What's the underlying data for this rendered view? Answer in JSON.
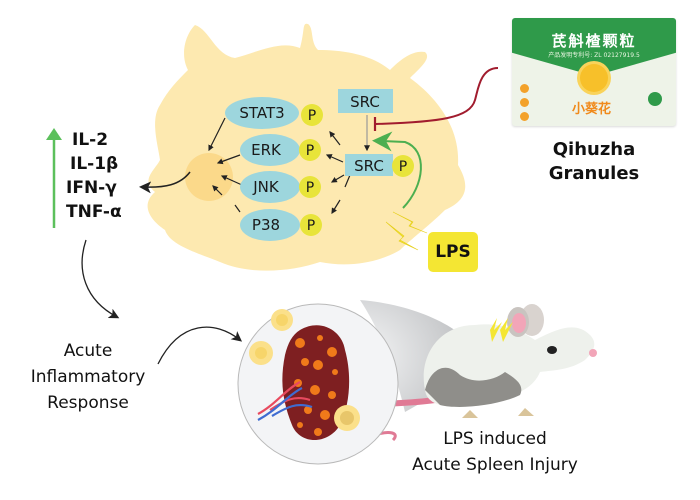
{
  "figure": {
    "type": "graphical-abstract",
    "colors": {
      "cell_body": "#fde9b0",
      "nucleus": "#fbd98a",
      "protein_node": "#9dd6dd",
      "phospho": "#e8e43a",
      "activation_arrow": "#4caf50",
      "inhibition_line": "#a11c2e",
      "lps_badge": "#f4e633",
      "upregulation_arrow": "#5cc05c"
    }
  },
  "cell": {
    "src_inactive": "SRC",
    "src_active": "SRC",
    "phospho_label": "P",
    "kinases": [
      {
        "name": "STAT3",
        "phospho": "P"
      },
      {
        "name": "ERK",
        "phospho": "P"
      },
      {
        "name": "JNK",
        "phospho": "P"
      },
      {
        "name": "P38",
        "phospho": "P"
      }
    ]
  },
  "stimulus": {
    "label": "LPS"
  },
  "drug": {
    "name_line1": "Qihuzha",
    "name_line2": "Granules",
    "package_title": "芪斛楂颗粒",
    "package_subtitle": "产品发明专利号: ZL 02127919.5",
    "package_brand": "小葵花"
  },
  "cytokines": {
    "direction": "up",
    "items": [
      "IL-2",
      "IL-1β",
      "IFN-γ",
      "TNF-α"
    ]
  },
  "outcome": {
    "response_line1": "Acute",
    "response_line2": "Inflammatory",
    "response_line3": "Response"
  },
  "model": {
    "caption_line1": "LPS induced",
    "caption_line2": "Acute Spleen Injury"
  }
}
